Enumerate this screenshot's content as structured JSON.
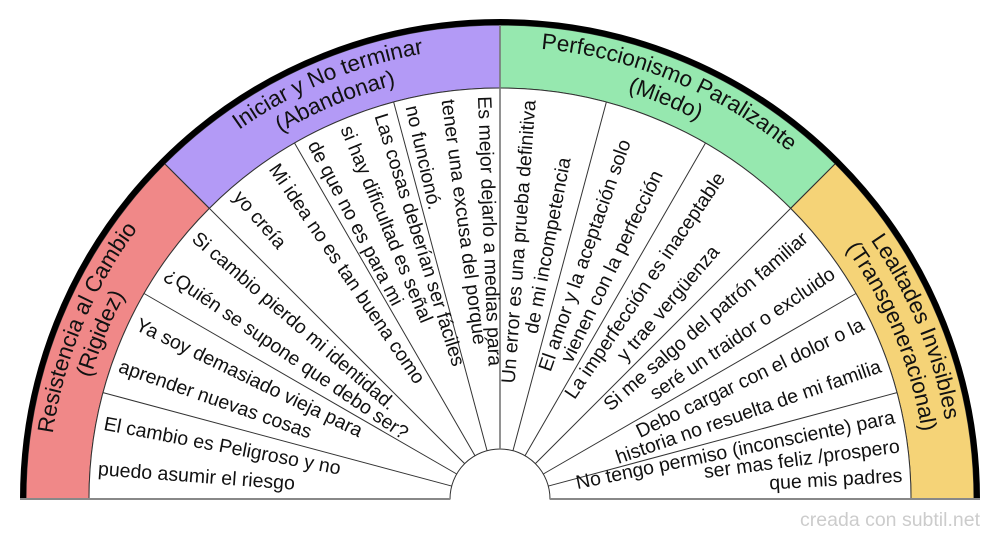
{
  "categories": [
    {
      "label_lines": [
        "Resistencia al Cambio",
        "(Rigidez)"
      ],
      "color": "#F08888",
      "items": [
        {
          "lines": [
            "El cambio es Peligroso y no",
            "puedo asumir el riesgo"
          ]
        },
        {
          "lines": [
            "Ya soy demasiado vieja para",
            "aprender nuevas cosas"
          ]
        },
        {
          "lines": [
            "Si cambio pierdo mi identidad.",
            "¿Quién se supone que debo ser?"
          ]
        }
      ]
    },
    {
      "label_lines": [
        "Iniciar y No terminar",
        "(Abandonar)"
      ],
      "color": "#B39AF6",
      "items": [
        {
          "lines": [
            "Mi idea no es tan buena como",
            "yo creía"
          ]
        },
        {
          "lines": [
            "Las cosas deberían ser fáciles",
            "si hay dificultad es señal",
            "de que no es para mi"
          ]
        },
        {
          "lines": [
            "Es mejor dejarlo a medias para",
            "tener una excusa del porqué",
            "no funcionó."
          ]
        }
      ]
    },
    {
      "label_lines": [
        "Perfeccionismo Paralizante",
        "(Miedo)"
      ],
      "color": "#96E8AF",
      "items": [
        {
          "lines": [
            "Un error es una prueba definitiva",
            "de mi incompetencia"
          ]
        },
        {
          "lines": [
            "El amor y la aceptación solo",
            "vienen con la perfección"
          ]
        },
        {
          "lines": [
            "La imperfección es inaceptable",
            "y trae vergüenza"
          ]
        }
      ]
    },
    {
      "label_lines": [
        "Lealtades Invisibles",
        "(Transgeneracional)"
      ],
      "color": "#F5D377",
      "items": [
        {
          "lines": [
            "Si me salgo del patrón familiar",
            "seré un traidor o excluido"
          ]
        },
        {
          "lines": [
            "Debo cargar con el dolor o la",
            "historia no resuelta de mi familia"
          ]
        },
        {
          "lines": [
            "No tengo permiso (inconsciente) para",
            "ser mas feliz /prospero",
            "que mis padres"
          ]
        }
      ]
    }
  ],
  "watermark": "creada con subtil.net"
}
